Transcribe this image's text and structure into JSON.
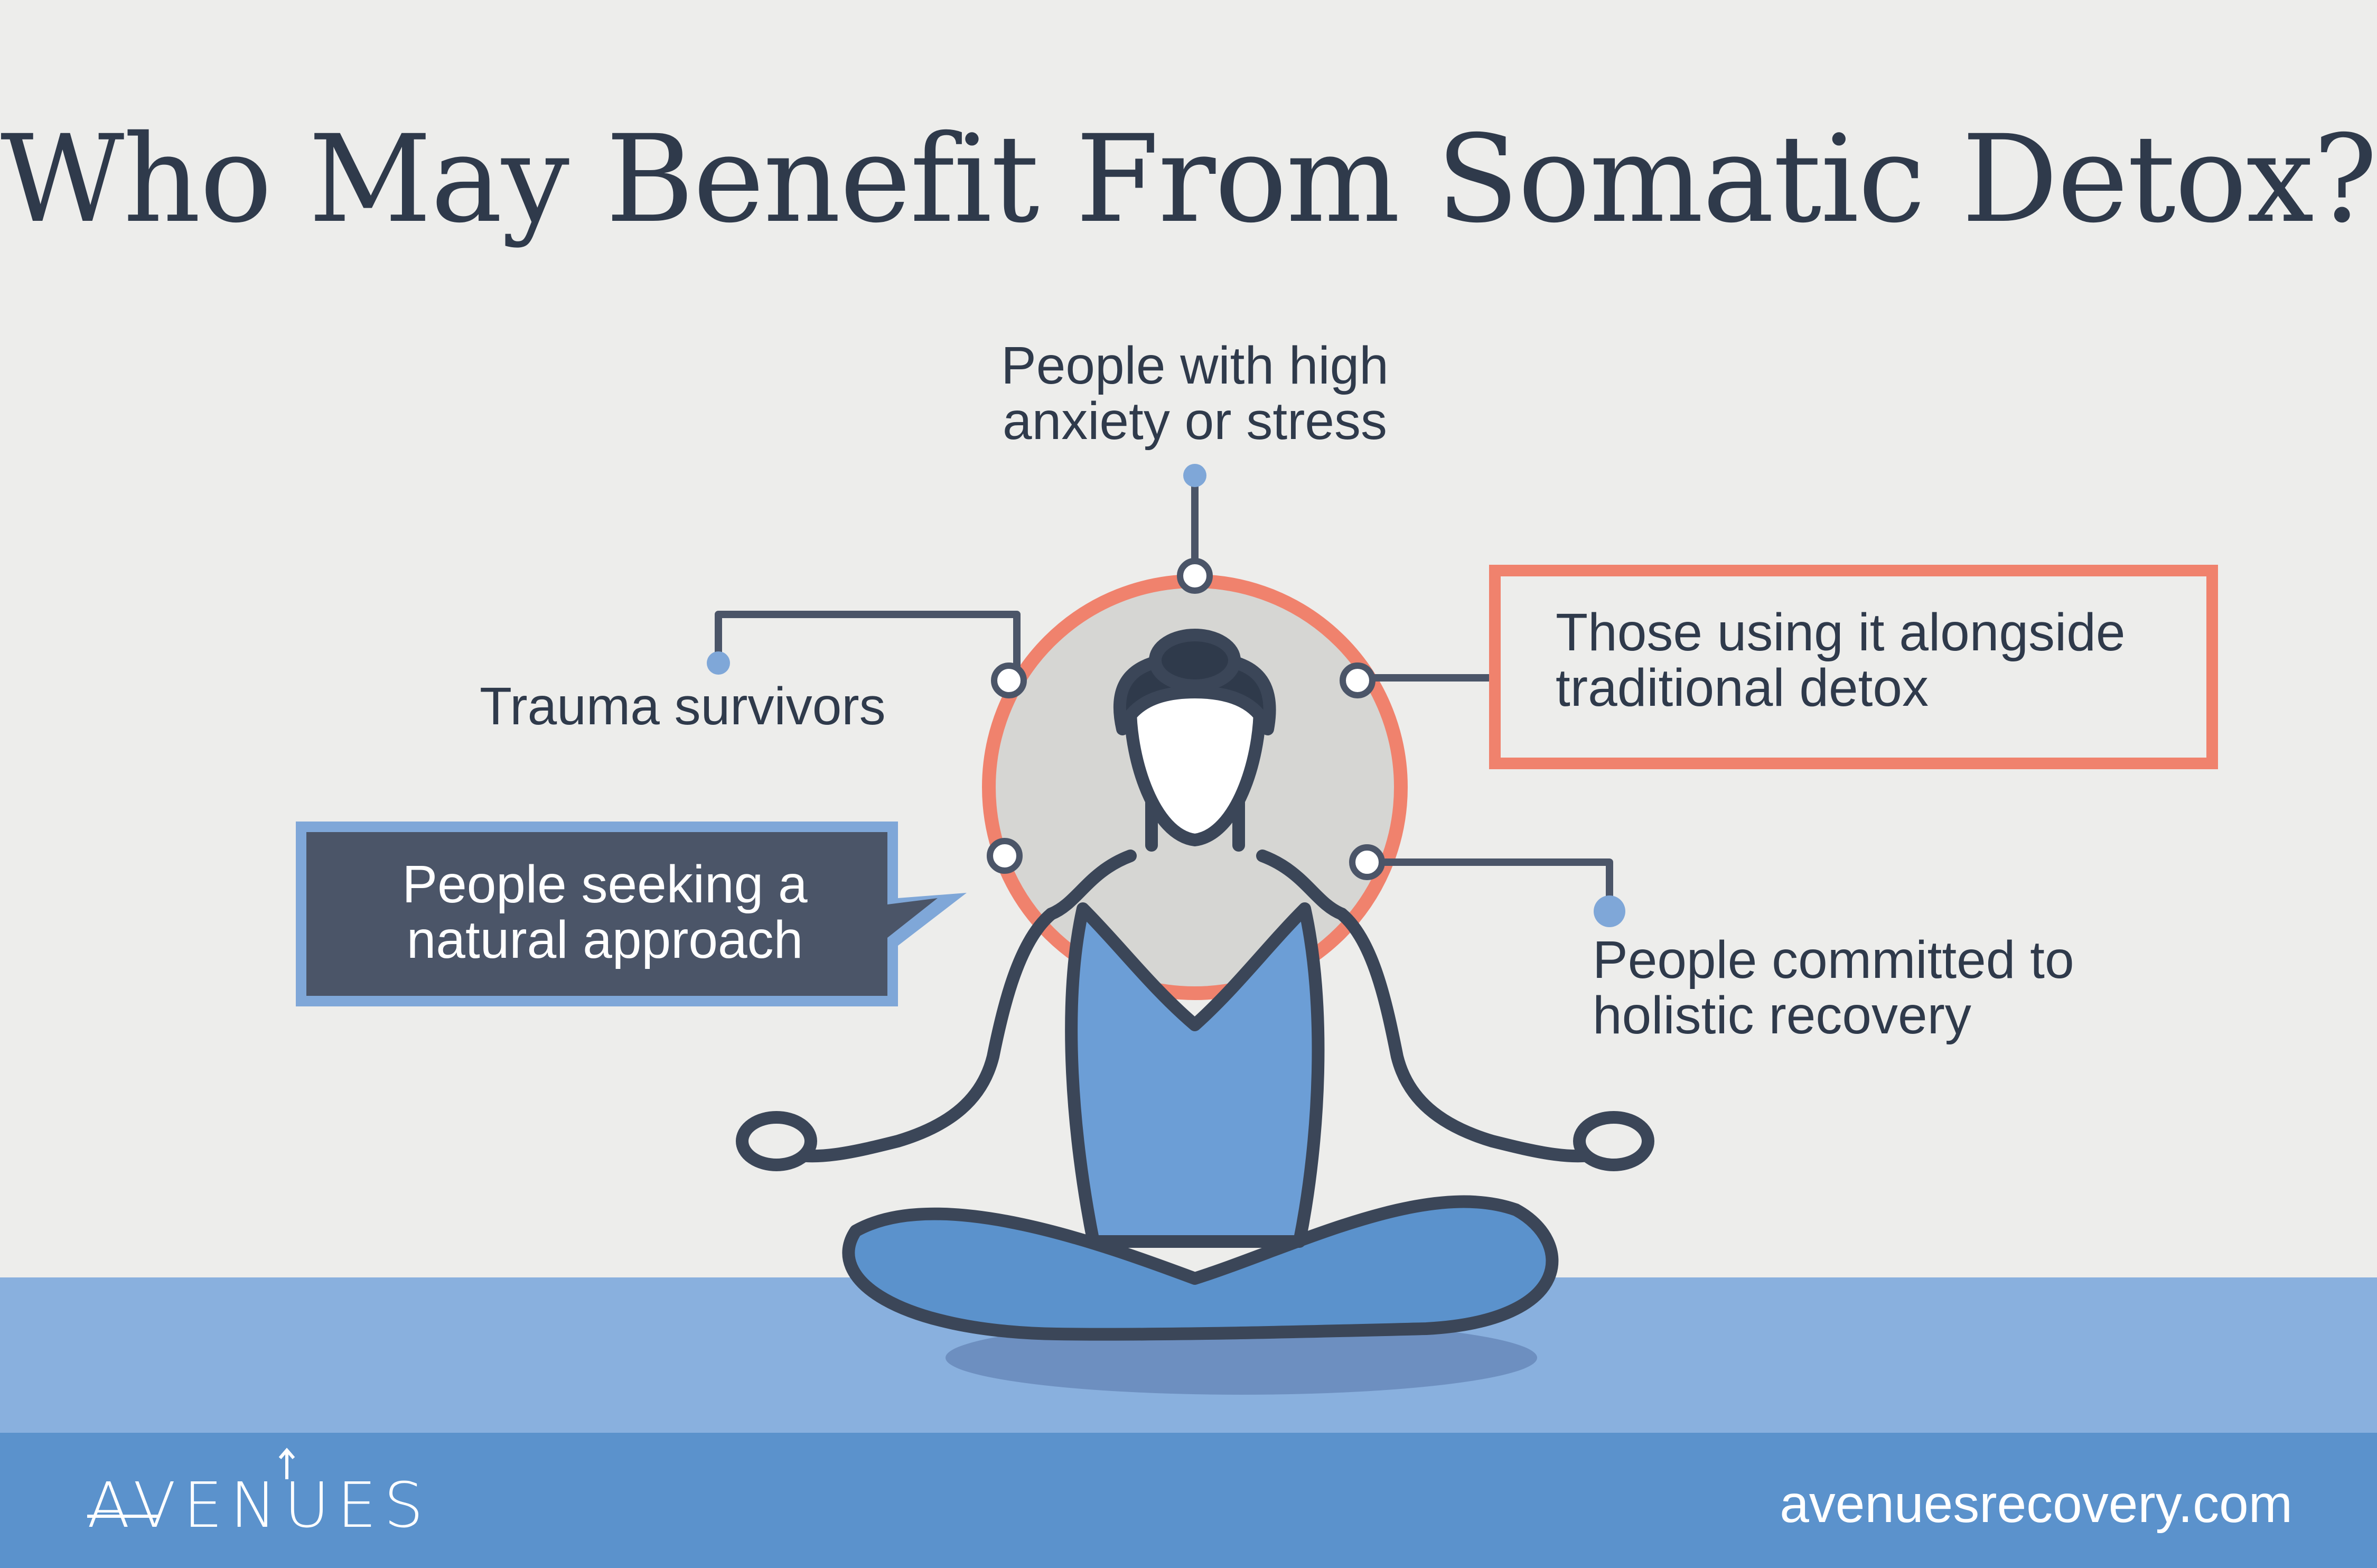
{
  "title": "Who May Benefit From Somatic Detox?",
  "labels": {
    "anxiety_line1": "People with high",
    "anxiety_line2": "anxiety or stress",
    "trauma": "Trauma survivors",
    "traditional_line1": "Those using it alongside",
    "traditional_line2": "traditional detox",
    "natural_line1": "People seeking a",
    "natural_line2": "natural approach",
    "holistic_line1": "People committed to",
    "holistic_line2": "holistic recovery"
  },
  "footer": {
    "brand": "AVENUES",
    "url": "avenuesrecovery.com"
  },
  "colors": {
    "background": "#ededeb",
    "navy": "#2f3a4b",
    "coral": "#f0826d",
    "blue": "#5b92cc",
    "light_blue": "#89b0de",
    "bubble": "#4b5568"
  },
  "icons": [
    "meditating-person-illustration",
    "avenues-logo"
  ]
}
